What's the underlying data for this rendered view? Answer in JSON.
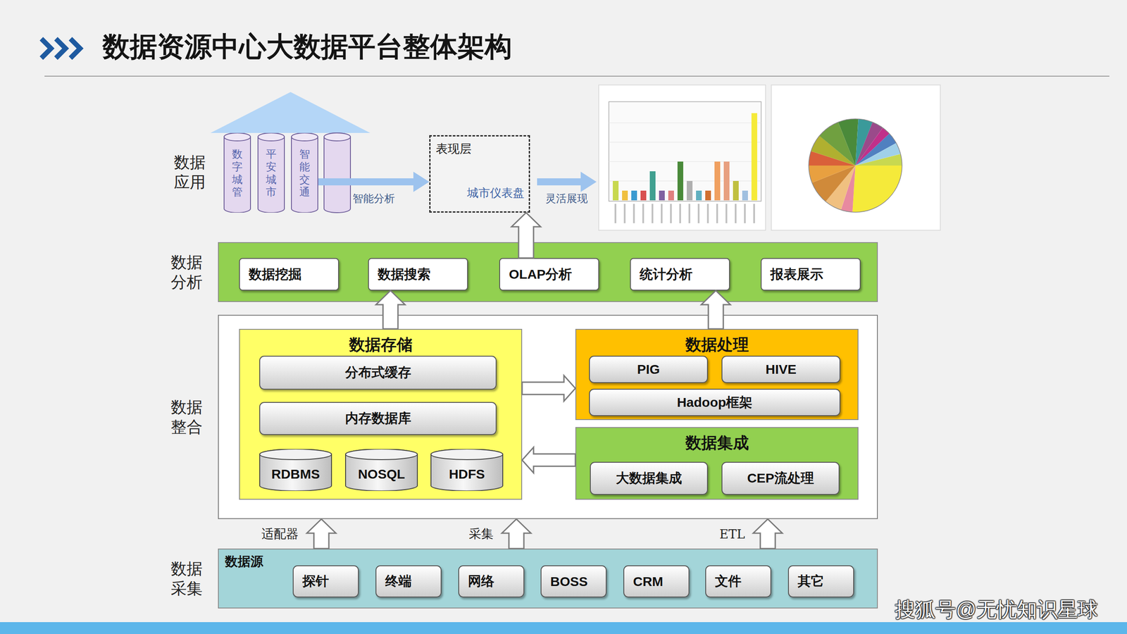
{
  "diagram": {
    "title": "数据资源中心大数据平台整体架构",
    "nodes": [
      {
        "text": [
          "数字城管"
        ]
      },
      {
        "text": [
          "平安城市"
        ]
      },
      {
        "text": [
          "智能交通"
        ]
      },
      {
        "text": [
          "表现层",
          "城市仪表盘"
        ]
      },
      {
        "text": [
          "数据 分析"
        ]
      },
      {
        "text": [
          "数据挖掘"
        ],
        "in": 4
      },
      {
        "text": [
          "数据搜索"
        ],
        "in": 4
      },
      {
        "text": [
          "OLAP分析"
        ],
        "in": 4
      },
      {
        "text": [
          "统计分析"
        ],
        "in": 4
      },
      {
        "text": [
          "报表展示"
        ],
        "in": 4
      },
      {
        "text": [
          "数据 整合"
        ]
      },
      {
        "text": [
          "数据存储"
        ],
        "in": 10
      },
      {
        "text": [
          "分布式缓存"
        ],
        "in": 11
      },
      {
        "text": [
          "内存数据库"
        ],
        "in": 11
      },
      {
        "text": [
          "RDBMS"
        ],
        "in": 11
      },
      {
        "text": [
          "NOSQL"
        ],
        "in": 11
      },
      {
        "text": [
          "HDFS"
        ],
        "in": 11
      },
      {
        "text": [
          "数据处理"
        ],
        "in": 10
      },
      {
        "text": [
          "PIG"
        ],
        "in": 17
      },
      {
        "text": [
          "HIVE"
        ],
        "in": 17
      },
      {
        "text": [
          "Hadoop框架"
        ],
        "in": 17
      },
      {
        "text": [
          "数据集成"
        ],
        "in": 10
      },
      {
        "text": [
          "大数据集成"
        ],
        "in": 21
      },
      {
        "text": [
          "CEP流处理"
        ],
        "in": 21
      },
      {
        "text": [
          "数据 采集",
          "数据源"
        ]
      },
      {
        "text": [
          "探针"
        ],
        "in": 24
      },
      {
        "text": [
          "终端"
        ],
        "in": 24
      },
      {
        "text": [
          "网络"
        ],
        "in": 24
      },
      {
        "text": [
          "BOSS"
        ],
        "in": 24
      },
      {
        "text": [
          "CRM"
        ],
        "in": 24
      },
      {
        "text": [
          "文件"
        ],
        "in": 24
      },
      {
        "text": [
          "其它"
        ],
        "in": 24
      }
    ],
    "edges": [
      {
        "from": 2,
        "to": 3,
        "label": "智能分析",
        "arrow": "to"
      },
      {
        "from": 7,
        "to": 3,
        "arrow": "to"
      },
      {
        "from": 11,
        "to": 6,
        "arrow": "to"
      },
      {
        "from": 17,
        "to": 8,
        "arrow": "to"
      },
      {
        "from": 11,
        "to": 17,
        "arrow": "to"
      },
      {
        "from": 21,
        "to": 11,
        "arrow": "to"
      },
      {
        "from": 24,
        "to": 10,
        "label": "适配器",
        "arrow": "to"
      },
      {
        "from": 24,
        "to": 10,
        "label": "采集",
        "arrow": "to"
      },
      {
        "from": 24,
        "to": 10,
        "label": "ETL",
        "arrow": "to"
      }
    ],
    "labels": [
      "数据 应用",
      "灵活展现",
      "搜狐号@无忧知识星球"
    ]
  }
}
